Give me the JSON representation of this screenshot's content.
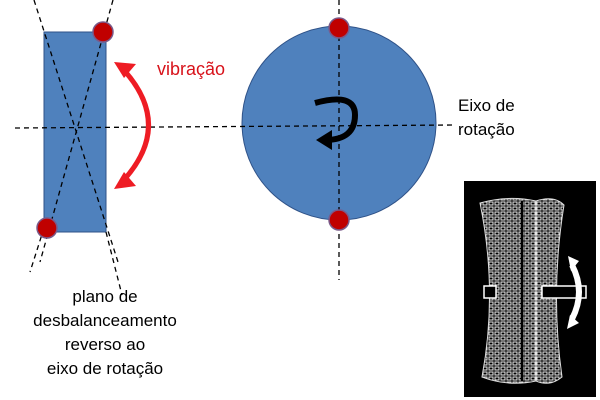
{
  "labels": {
    "vibration": "vibração",
    "axis_line1": "Eixo de",
    "axis_line2": "rotação",
    "plane_lines": [
      "plano de",
      "desbalanceamento",
      "reverso ao",
      "eixo de rotação"
    ]
  },
  "colors": {
    "body": "#4f81bd",
    "mass": "#c00000",
    "arrow": "#ee1c24"
  }
}
